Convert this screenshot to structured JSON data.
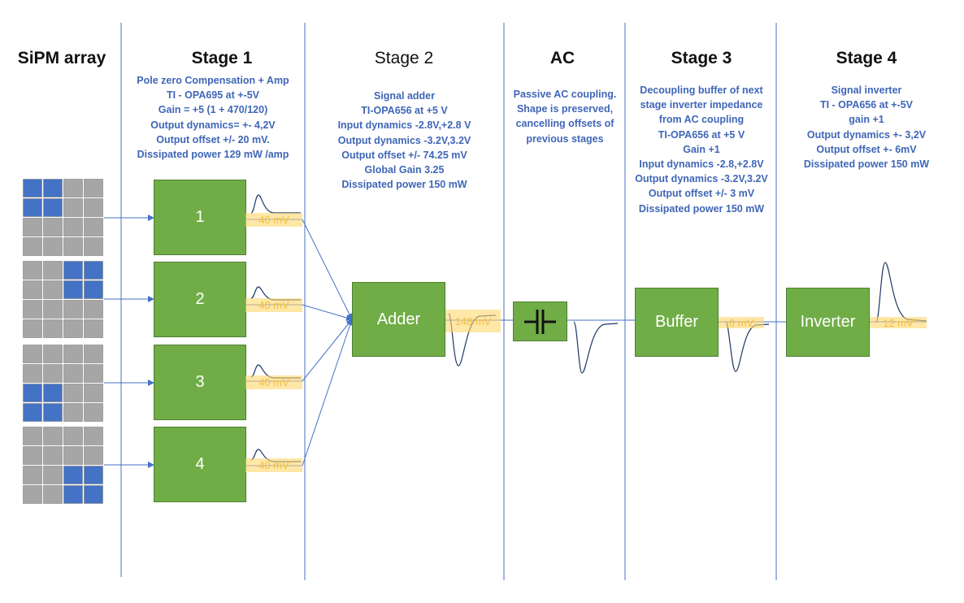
{
  "sections": {
    "sipm": {
      "title": "SiPM array"
    },
    "stage1": {
      "title": "Stage 1",
      "lines": [
        "Pole zero Compensation + Amp",
        "TI - OPA695 at +-5V",
        "Gain = +5 (1 + 470/120)",
        "Output dynamics= +- 4,2V",
        "Output offset +/- 20 mV.",
        "Dissipated power 129 mW /amp"
      ]
    },
    "stage2": {
      "title": "Stage 2",
      "lines": [
        "Signal adder",
        "TI-OPA656 at +5 V",
        "Input dynamics -2.8V,+2.8 V",
        "Output dynamics -3.2V,3.2V",
        "Output offset +/- 74.25 mV",
        "Global Gain 3.25",
        "Dissipated power 150 mW"
      ]
    },
    "ac": {
      "title": "AC",
      "lines": [
        "Passive AC coupling.",
        "Shape is preserved,",
        "cancelling offsets of",
        "previous stages"
      ]
    },
    "stage3": {
      "title": "Stage 3",
      "lines": [
        "Decoupling buffer of next",
        "stage inverter impedance",
        "from AC coupling",
        "TI-OPA656 at +5 V",
        "Gain +1",
        "Input dynamics -2.8,+2.8V",
        "Output dynamics -3.2V,3.2V",
        "Output offset +/-  3 mV",
        "Dissipated power 150 mW"
      ]
    },
    "stage4": {
      "title": "Stage 4",
      "lines": [
        "Signal inverter",
        "TI - OPA656 at +-5V",
        "gain +1",
        "Output dynamics  +- 3,2V",
        "Output offset  +- 6mV",
        "Dissipated power  150 mW"
      ]
    }
  },
  "blocks": {
    "amp1": "1",
    "amp2": "2",
    "amp3": "3",
    "amp4": "4",
    "adder": "Adder",
    "buffer": "Buffer",
    "inverter": "Inverter"
  },
  "signal_levels": {
    "amp1": "40 mV",
    "amp2": "40 mV",
    "amp3": "40 mV",
    "amp4": "40 mV",
    "adder": "148 mV",
    "buffer": "6 mV",
    "inverter": "12 mV"
  },
  "colors": {
    "block_fill": "#70ad47",
    "text_blue": "#3f66b7",
    "wire": "#4472c4",
    "pixel_active": "#4472c4",
    "pixel_inactive": "#a6a6a6",
    "highlight": "#ffd966"
  },
  "sipm_patterns": [
    [
      1,
      1,
      0,
      0,
      1,
      1,
      0,
      0,
      0,
      0,
      0,
      0,
      0,
      0,
      0,
      0
    ],
    [
      0,
      0,
      1,
      1,
      0,
      0,
      1,
      1,
      0,
      0,
      0,
      0,
      0,
      0,
      0,
      0
    ],
    [
      0,
      0,
      0,
      0,
      0,
      0,
      0,
      0,
      1,
      1,
      0,
      0,
      1,
      1,
      0,
      0
    ],
    [
      0,
      0,
      0,
      0,
      0,
      0,
      0,
      0,
      0,
      0,
      1,
      1,
      0,
      0,
      1,
      1
    ]
  ]
}
